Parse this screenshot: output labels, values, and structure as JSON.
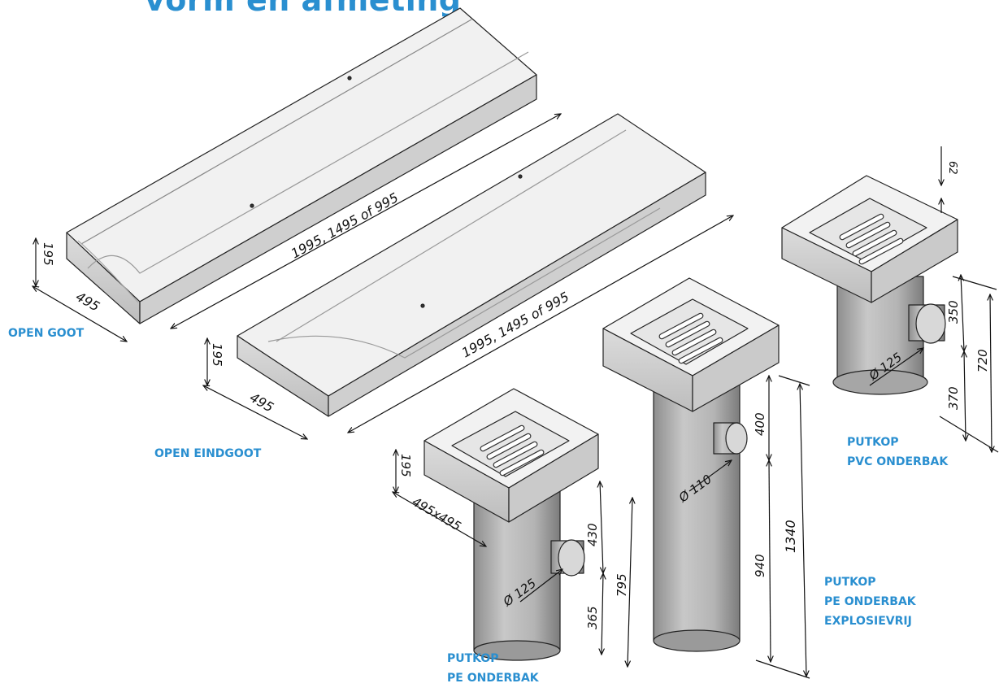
{
  "heading": "vorm en afmeting",
  "labels": {
    "open_goot": "OPEN GOOT",
    "open_eindgoot": "OPEN EINDGOOT",
    "putkop_pe": [
      "PUTKOP",
      "PE ONDERBAK"
    ],
    "putkop_pe_explosievrij": [
      "PUTKOP",
      "PE ONDERBAK",
      "EXPLOSIEVRIJ"
    ],
    "putkop_pvc": [
      "PUTKOP",
      "PVC ONDERBAK"
    ]
  },
  "dimensions": {
    "goot_height": "195",
    "goot_width": "495",
    "goot_length": "1995, 1495 of 995",
    "eindgoot_height": "195",
    "eindgoot_width": "495",
    "eindgoot_length": "1995, 1495 of 995",
    "pe_head_height": "195",
    "pe_head_size": "495x495",
    "pe_upper": "430",
    "pe_total": "795",
    "pe_lower": "365",
    "pe_outlet": "Ø 125",
    "ex_upper": "400",
    "ex_lower": "940",
    "ex_total": "1340",
    "ex_outlet": "Ø 110",
    "pvc_top": "62",
    "pvc_upper": "350",
    "pvc_total": "720",
    "pvc_lower": "370",
    "pvc_outlet": "Ø 125"
  },
  "colors": {
    "label_blue": "#2a8fd0",
    "concrete_top": "#f1f1f1",
    "concrete_side": "#d2d2d2",
    "pipe": "#b9b9b9",
    "line": "#111111"
  }
}
